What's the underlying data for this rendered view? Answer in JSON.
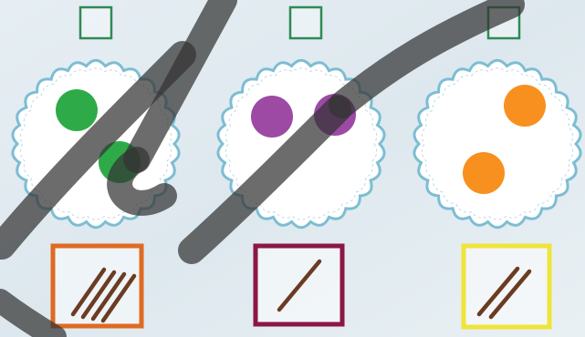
{
  "colors": {
    "background": "#e2ecf1",
    "answer_box_stroke": "#2f8a55",
    "plate_fill": "#ffffff",
    "plate_edge": "#7dbdd3",
    "stick_color": "#6b3b22",
    "watermark": "#333333"
  },
  "groups": [
    {
      "answer_box": {
        "value": ""
      },
      "plate": {
        "dot_count": 2,
        "dot_color": "#2eab48"
      },
      "tally": {
        "stick_count": 4,
        "frame_color": "#e06a22"
      }
    },
    {
      "answer_box": {
        "value": ""
      },
      "plate": {
        "dot_count": 2,
        "dot_color": "#9c4aa3"
      },
      "tally": {
        "stick_count": 1,
        "frame_color": "#8c1645"
      }
    },
    {
      "answer_box": {
        "value": ""
      },
      "plate": {
        "dot_count": 2,
        "dot_color": "#f7901e"
      },
      "tally": {
        "stick_count": 2,
        "frame_color": "#efe43a"
      }
    }
  ]
}
